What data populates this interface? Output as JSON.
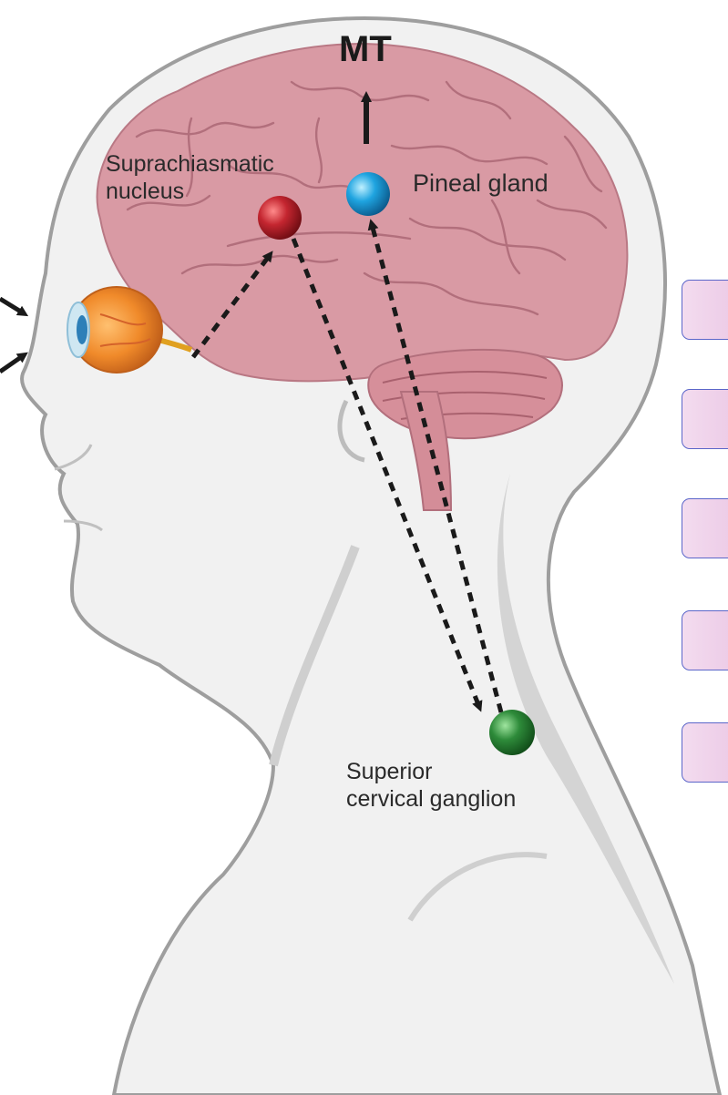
{
  "diagram": {
    "top_label": "MT",
    "labels": {
      "suprachiasmatic_line1": "Suprachiasmatic",
      "suprachiasmatic_line2": "nucleus",
      "pineal": "Pineal gland",
      "scg_line1": "Superior",
      "scg_line2": "cervical ganglion"
    },
    "colors": {
      "brain": "#d99aa4",
      "head_skin": "#f1f1f1",
      "suprachiasmatic_dot": "#b5202a",
      "pineal_dot": "#1e9ad6",
      "scg_dot": "#2e8b3a",
      "eye": "#f08a2a",
      "side_boxes_border": "#5b66c9",
      "side_boxes_fill": "#efd3ec"
    },
    "side_box_count": 5
  }
}
